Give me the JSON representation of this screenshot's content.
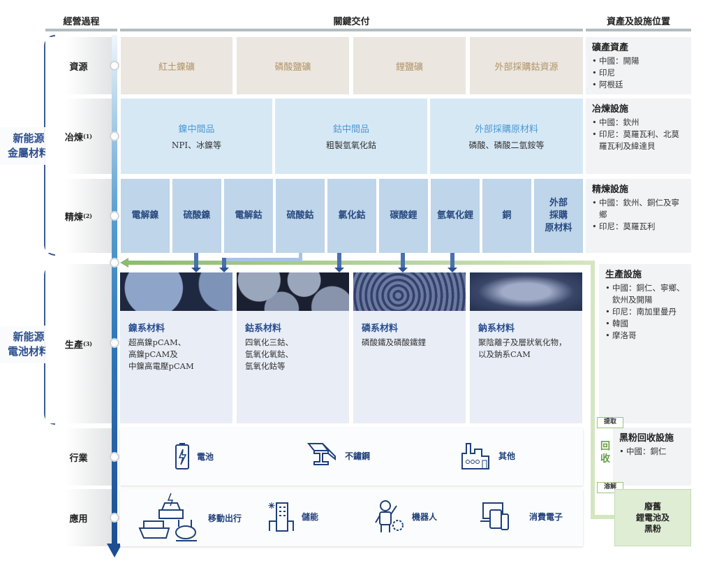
{
  "headers": {
    "process": "經營過程",
    "delivery": "關鍵交付",
    "assets": "資產及設施位置"
  },
  "groups": {
    "metal": [
      "新能源",
      "金屬材料"
    ],
    "battery": [
      "新能源",
      "電池材料"
    ]
  },
  "stages": {
    "resource": "資源",
    "smelting": "冶煉",
    "smelting_note": "(1)",
    "refining": "精煉",
    "refining_note": "(2)",
    "production": "生產",
    "production_note": "(3)",
    "industry": "行業",
    "application": "應用"
  },
  "resources": [
    "紅土鎳礦",
    "磷酸鹽礦",
    "鋰鹽礦",
    "外部採購鈷資源"
  ],
  "smelting": [
    {
      "title": "鎳中間品",
      "desc": "NPI、冰鎳等"
    },
    {
      "title": "鈷中間品",
      "desc": "粗製氫氧化鈷"
    },
    {
      "title": "外部採購原材料",
      "desc": "磷酸、磷酸二氫銨等"
    }
  ],
  "refining": [
    "電解鎳",
    "硫酸鎳",
    "電解鈷",
    "硫酸鈷",
    "氯化鈷",
    "碳酸鋰",
    "氫氧化鋰",
    "銅",
    "外部\n採購\n原材料"
  ],
  "production": [
    {
      "title": "鎳系材料",
      "desc": [
        "超高鎳pCAM、",
        "高鎳pCAM及",
        "中鎳高電壓pCAM"
      ]
    },
    {
      "title": "鈷系材料",
      "desc": [
        "四氧化三鈷、",
        "氫氧化氧鈷、",
        "氫氧化鈷等"
      ]
    },
    {
      "title": "磷系材料",
      "desc": [
        "磷酸鐵及磷酸鐵鋰"
      ]
    },
    {
      "title": "鈉系材料",
      "desc": [
        "聚陰離子及層狀氧化物，",
        "以及鈉系CAM"
      ]
    }
  ],
  "industries": [
    "電池",
    "不鏽鋼",
    "其他"
  ],
  "applications": [
    "移動出行",
    "儲能",
    "機器人",
    "消費電子"
  ],
  "assets": {
    "mining": {
      "title": "礦產資產",
      "items": [
        "中國：開陽",
        "印尼",
        "阿根廷"
      ]
    },
    "smelting": {
      "title": "冶煉設施",
      "items": [
        "中國：欽州",
        "印尼：莫羅瓦利、北莫羅瓦利及緯達貝"
      ]
    },
    "refining": {
      "title": "精煉設施",
      "items": [
        "中國：欽州、銅仁及寧鄉",
        "印尼：莫羅瓦利"
      ]
    },
    "production": {
      "title": "生產設施",
      "items": [
        "中國：銅仁、寧鄉、欽州及開陽",
        "印尼：南加里曼丹",
        "韓國",
        "摩洛哥"
      ]
    },
    "recycling": {
      "title": "黑粉回收設施",
      "items": [
        "中國：銅仁"
      ]
    }
  },
  "recycle": {
    "label": "回收",
    "extract": "提取",
    "dissolve": "溶解",
    "waste": [
      "廢舊",
      "鋰電池及",
      "黑粉"
    ]
  }
}
